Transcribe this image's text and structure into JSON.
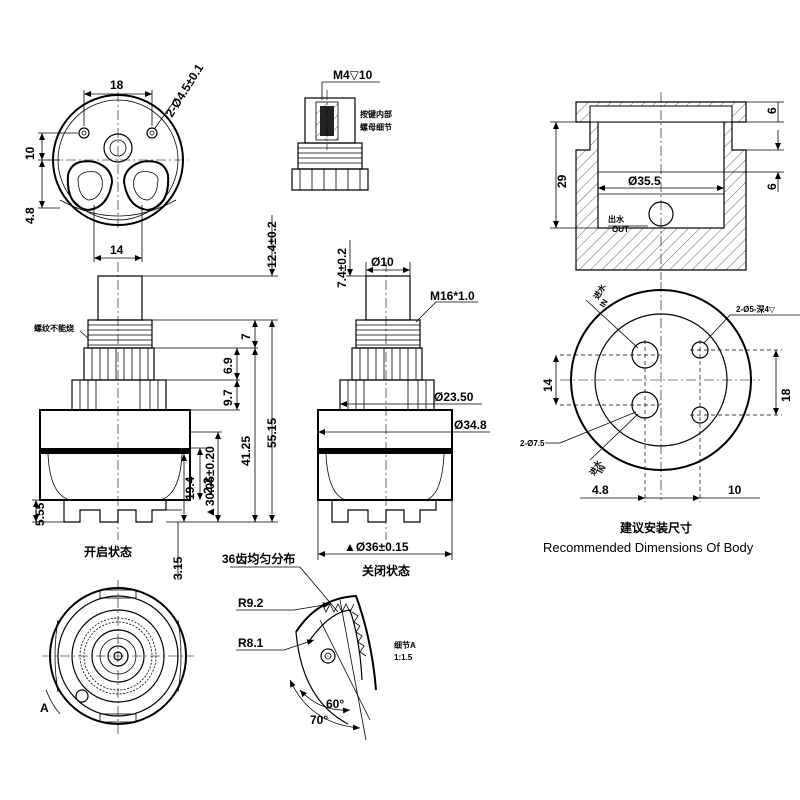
{
  "top_view": {
    "dim_top": "18",
    "dim_holes": "2-Ø4.5±0.1",
    "dim_left_10": "10",
    "dim_left_48": "4.8",
    "dim_bottom_14": "14"
  },
  "thread_detail": {
    "dim_thread": "M4▽10",
    "note_line1": "按键内部",
    "note_line2": "螺母细节"
  },
  "open_state": {
    "dim_stem_height": "12.4±0.2",
    "dim_7": "7",
    "dim_69": "6.9",
    "dim_97": "9.7",
    "dim_5515": "55.15",
    "dim_4125": "41.25",
    "dim_3005": "▲30.05±0.20",
    "dim_22": "2.2",
    "dim_194": "19.4",
    "dim_555": "5.55",
    "dim_315": "3.15",
    "thread_note": "螺纹不能烧",
    "label": "开启状态"
  },
  "closed_state": {
    "dim_74": "7.4±0.2",
    "dim_phi10": "Ø10",
    "dim_m16": "M16*1.0",
    "dim_phi2350": "Ø23.50",
    "dim_phi348": "Ø34.8",
    "dim_phi36": "▲Ø36±0.15",
    "label": "关闭状态"
  },
  "body_section": {
    "dim_6_top": "6",
    "dim_29": "29",
    "dim_6_mid": "6",
    "dim_phi355": "Ø35.5",
    "out_cn": "出水",
    "out_en": "OUT"
  },
  "body_plan": {
    "in_top_cn": "进水",
    "in_top_en": "IN",
    "dim_holes": "2-Ø5-深4▽",
    "dim_14": "14",
    "dim_18": "18",
    "dim_phi75": "2-Ø7.5",
    "in_bottom_cn": "进水",
    "in_bottom_en": "IN",
    "dim_48": "4.8",
    "dim_10": "10",
    "caption_cn": "建议安装尺寸",
    "caption_en": "Recommended Dimensions Of Body"
  },
  "bottom_view": {
    "label_a": "A"
  },
  "detail_a": {
    "teeth_note": "36齿均匀分布",
    "dim_r92": "R9.2",
    "dim_r81": "R8.1",
    "dim_60": "60°",
    "dim_70": "70°",
    "detail_label": "细节A",
    "detail_scale": "1:1.5"
  }
}
